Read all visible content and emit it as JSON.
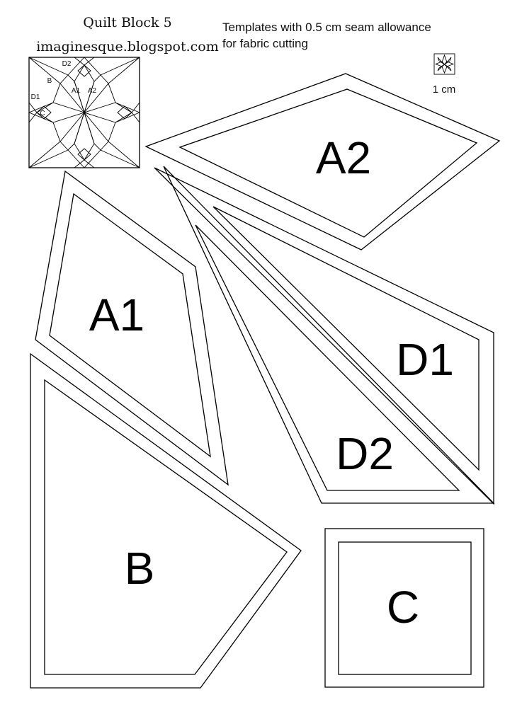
{
  "header": {
    "title": "Quilt Block 5",
    "blog": "imaginesque.blogspot.com",
    "note_line1": "Templates with 0.5 cm seam allowance",
    "note_line2": "for fabric cutting",
    "scale_label": "1 cm"
  },
  "preview": {
    "labels": [
      "D2",
      "B",
      "A1",
      "A2",
      "D1",
      "C"
    ]
  },
  "templates": [
    {
      "id": "A2",
      "label": "A2"
    },
    {
      "id": "A1",
      "label": "A1"
    },
    {
      "id": "D1",
      "label": "D1"
    },
    {
      "id": "D2",
      "label": "D2"
    },
    {
      "id": "B",
      "label": "B"
    },
    {
      "id": "C",
      "label": "C"
    }
  ]
}
